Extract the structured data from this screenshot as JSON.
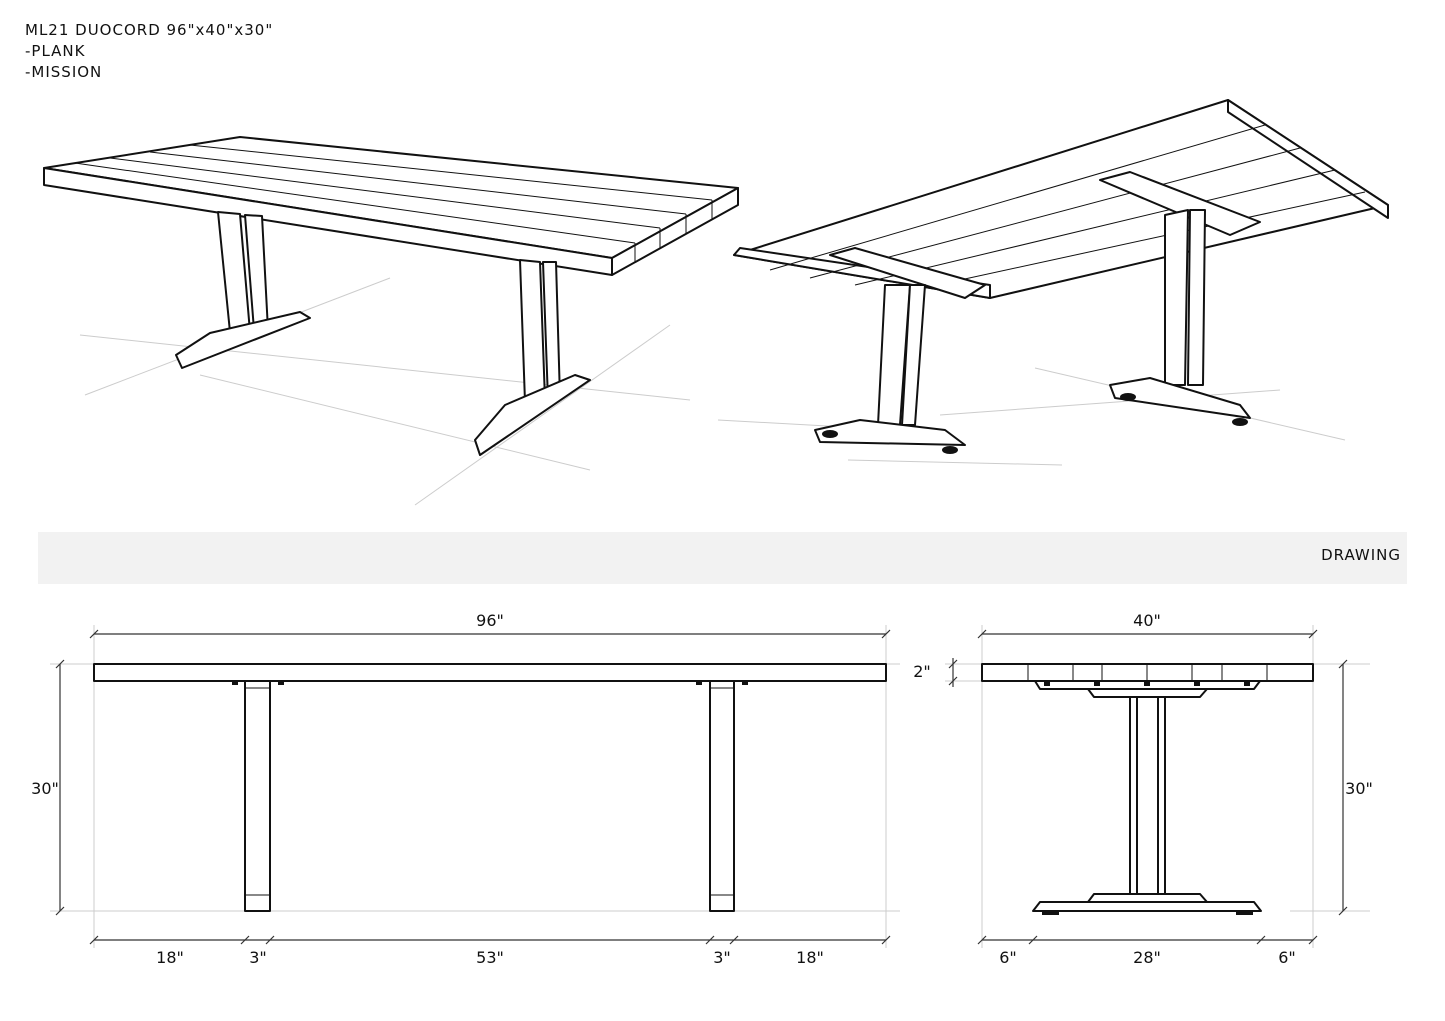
{
  "header": {
    "title": "ML21 DUOCORD 96\"x40\"x30\"",
    "options": [
      "-PLANK",
      "-MISSION"
    ]
  },
  "section_band": {
    "label": "DRAWING"
  },
  "side_view": {
    "overall_length": "96\"",
    "height": "30\"",
    "segments": [
      "18\"",
      "3\"",
      "53\"",
      "3\"",
      "18\""
    ]
  },
  "end_view": {
    "overall_width": "40\"",
    "top_thickness": "2\"",
    "height": "30\"",
    "segments": [
      "6\"",
      "28\"",
      "6\""
    ]
  }
}
